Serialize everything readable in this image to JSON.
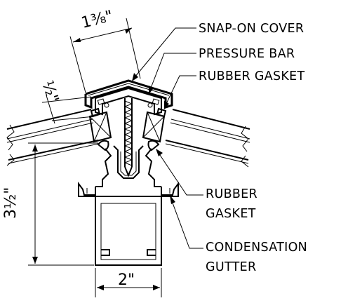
{
  "labels": {
    "snap_on_cover": "SNAP-ON COVER",
    "pressure_bar": "PRESSURE BAR",
    "rubber_gasket_top": "RUBBER GASKET",
    "rubber_gasket_mid_1": "RUBBER",
    "rubber_gasket_mid_2": "GASKET",
    "condensation_1": "CONDENSATION",
    "condensation_2": "GUTTER"
  },
  "dimensions": {
    "cover_width": "1³⁄₈\"",
    "cover_offset": "¹⁄₂\"",
    "height": "3¹⁄₂\"",
    "base_width": "2\""
  },
  "colors": {
    "line": "#000000",
    "background": "#ffffff"
  }
}
